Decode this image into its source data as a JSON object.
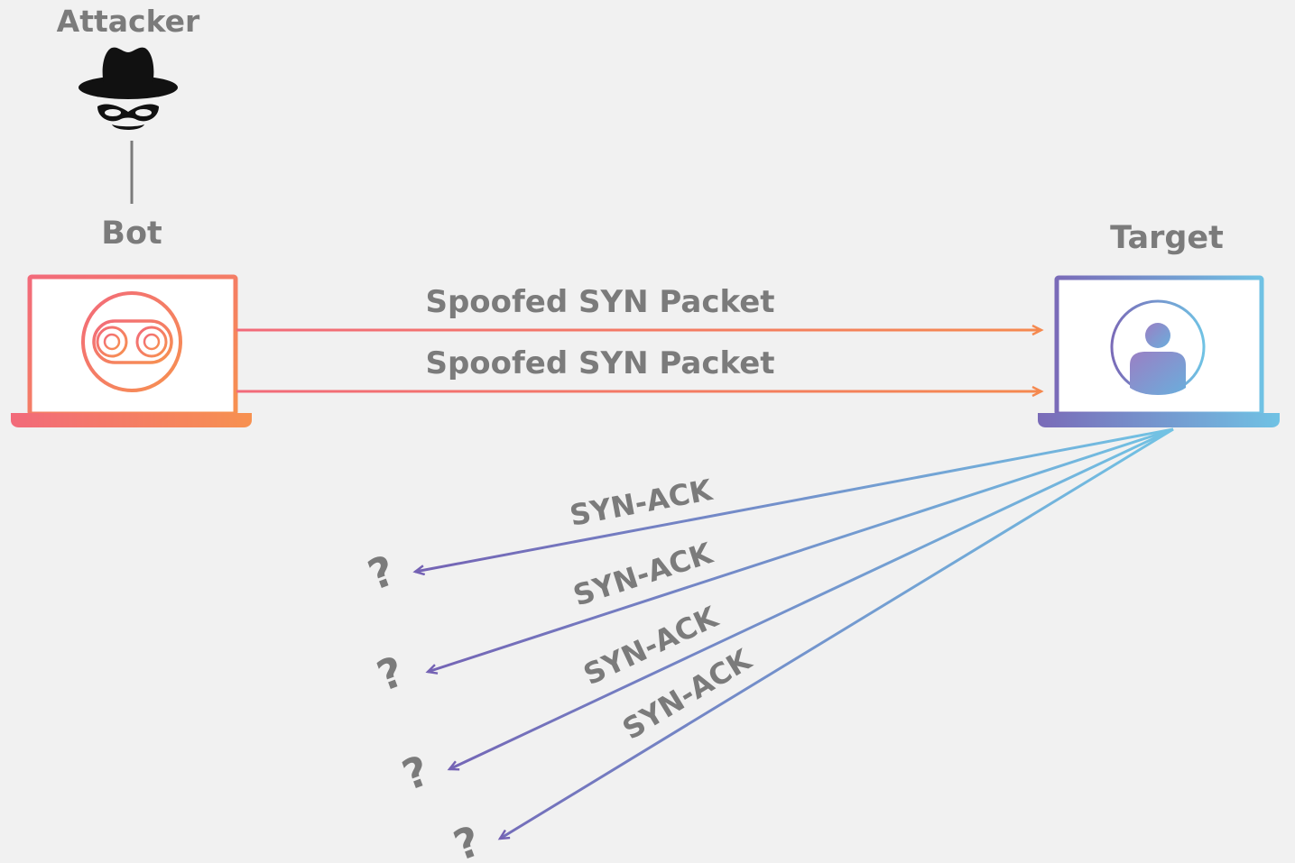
{
  "diagram": {
    "attacker_label": "Attacker",
    "bot_label": "Bot",
    "target_label": "Target",
    "requests": [
      {
        "label": "Spoofed SYN Packet"
      },
      {
        "label": "Spoofed SYN Packet"
      }
    ],
    "responses": [
      {
        "label": "SYN-ACK",
        "destination": "?"
      },
      {
        "label": "SYN-ACK",
        "destination": "?"
      },
      {
        "label": "SYN-ACK",
        "destination": "?"
      },
      {
        "label": "SYN-ACK",
        "destination": "?"
      }
    ],
    "colors": {
      "background": "#f1f1f1",
      "text": "#7b7b7b",
      "bot_gradient_start": "#f26a7a",
      "bot_gradient_end": "#f79150",
      "target_gradient_start": "#7a6bb8",
      "target_gradient_end": "#70c2e4",
      "attacker": "#111111"
    },
    "icons": {
      "attacker": "spy-hat-mask-icon",
      "bot": "robot-face-icon",
      "target": "user-avatar-icon"
    }
  }
}
